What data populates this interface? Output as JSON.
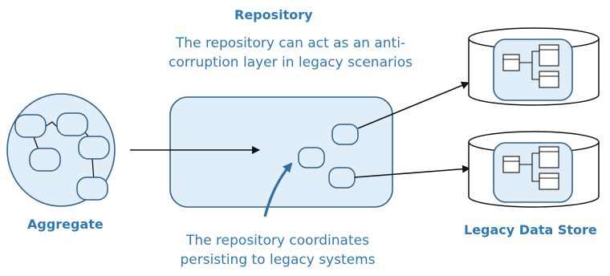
{
  "labels": {
    "repository_title": "Repository",
    "repository_note_line1": "The repository can act as an anti-",
    "repository_note_line2": "corruption layer in legacy scenarios",
    "aggregate": "Aggregate",
    "coordinates_note_line1": "The repository coordinates",
    "coordinates_note_line2": "persisting to legacy systems",
    "legacy_data_store": "Legacy Data Store"
  },
  "colors": {
    "stroke": "#2f5f8a",
    "fill": "#dfeef8",
    "text": "#2f78b3",
    "arrow": "#111111",
    "callout_arrow": "#336d9e"
  }
}
